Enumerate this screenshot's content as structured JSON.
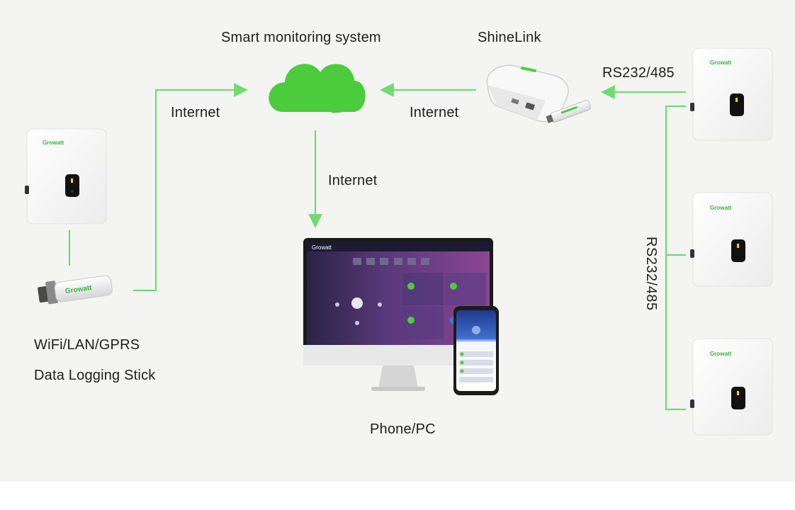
{
  "labels": {
    "cloud_title": "Smart monitoring system",
    "shinelink_title": "ShineLink",
    "internet_left": "Internet",
    "internet_right": "Internet",
    "internet_down": "Internet",
    "rs_top": "RS232/485",
    "rs_vertical": "RS232/485",
    "stick_line1": "WiFi/LAN/GPRS",
    "stick_line2": "Data Logging Stick",
    "phone_pc": "Phone/PC"
  },
  "brand": {
    "logo_text": "Growatt",
    "stick_text": "Growatt"
  },
  "colors": {
    "connector": "#6fdc70",
    "cloud": "#4ccc3c",
    "background": "#f4f4f3",
    "inverter_body": "#fbfbfb",
    "screen_dark": "#2c2148",
    "screen_purple": "#7a3d8f"
  },
  "icons": [
    "cloud-icon",
    "inverter-icon",
    "shinelink-router-icon",
    "logging-stick-icon",
    "desktop-monitor-icon",
    "smartphone-icon"
  ]
}
